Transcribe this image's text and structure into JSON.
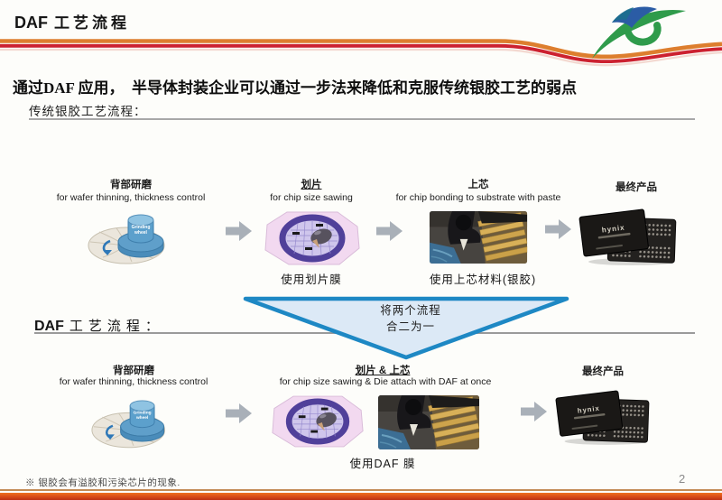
{
  "slide": {
    "title": {
      "latin": "DAF",
      "cjk": "工艺流程"
    },
    "intro": "通过DAF 应用，　半导体封装企业可以通过一步法来降低和克服传统银胶工艺的弱点",
    "footer_note": "※ 银胶会有溢胶和污染芯片的现象.",
    "page_number": "2"
  },
  "sections": {
    "traditional": {
      "label": "传统银胶工艺流程："
    },
    "daf": {
      "latin": "DAF",
      "cjk": "工艺流程",
      "colon": "："
    }
  },
  "merge_callout": {
    "line1": "将两个流程",
    "line2": "合二为一"
  },
  "flow_traditional": {
    "steps": [
      {
        "title": "背部研磨",
        "subtitle": "for wafer thinning, thickness control"
      },
      {
        "title": "划片",
        "subtitle": "for chip size sawing",
        "caption": "使用划片膜"
      },
      {
        "title": "上芯",
        "subtitle": "for chip bonding to substrate with paste",
        "caption": "使用上芯材料(银胶)"
      },
      {
        "title": "最终产品"
      }
    ]
  },
  "flow_daf": {
    "steps": [
      {
        "title": "背部研磨",
        "subtitle": "for wafer thinning, thickness control"
      },
      {
        "title": "划片 & 上芯",
        "subtitle": "for chip size sawing & Die attach with DAF at once",
        "caption": "使用DAF 膜"
      },
      {
        "title": "最终产品"
      }
    ]
  },
  "artwork": {
    "grinding_label_line1": "Grinding",
    "grinding_label_line2": "wheel",
    "chip_brand": "hynix"
  },
  "colors": {
    "wave_orange": "#dd7e2e",
    "wave_red": "#cc2130",
    "triangle_fill": "#dce9f6",
    "triangle_border": "#1e88c4",
    "logo_green": "#2f9b4b",
    "logo_blue": "#2b5ca5",
    "bottom_bar_top": "#ef7020",
    "bottom_bar_bottom": "#bd3014"
  }
}
